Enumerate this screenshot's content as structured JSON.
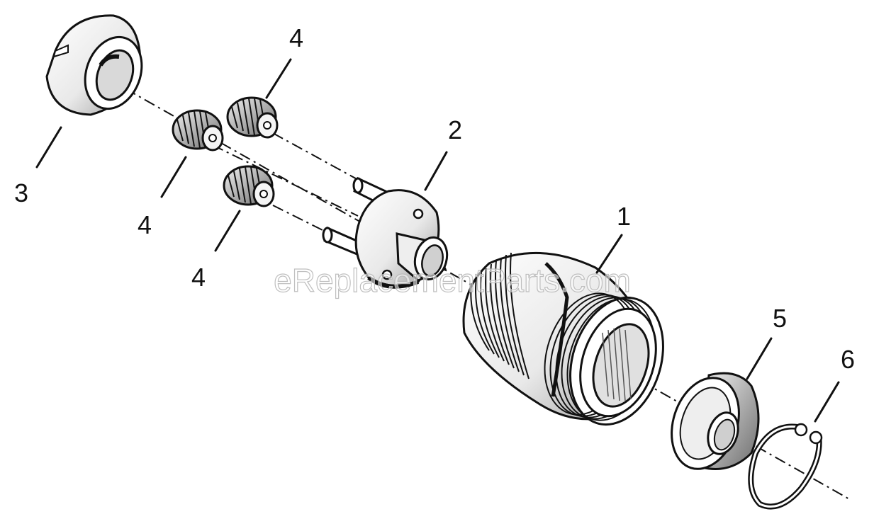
{
  "diagram": {
    "callouts": [
      {
        "id": "part-1",
        "label": "1"
      },
      {
        "id": "part-2",
        "label": "2"
      },
      {
        "id": "part-3",
        "label": "3"
      },
      {
        "id": "part-4a",
        "label": "4"
      },
      {
        "id": "part-4b",
        "label": "4"
      },
      {
        "id": "part-4c",
        "label": "4"
      },
      {
        "id": "part-5",
        "label": "5"
      },
      {
        "id": "part-6",
        "label": "6"
      }
    ],
    "watermark": "eReplacementParts.com"
  },
  "colors": {
    "ink": "#111111",
    "background": "#ffffff",
    "watermark_outline": "#b8b8b8"
  }
}
